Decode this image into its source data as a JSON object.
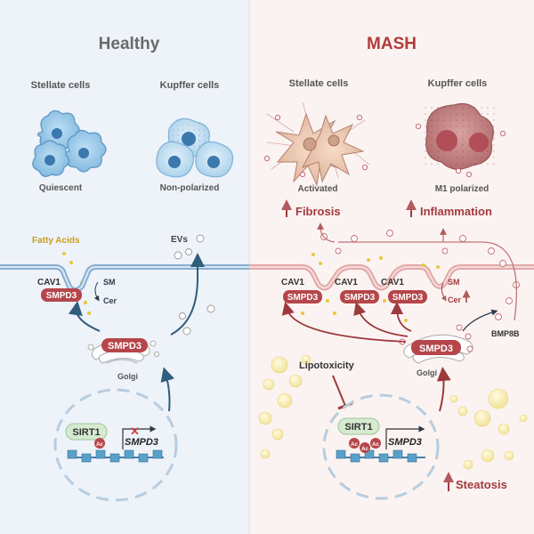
{
  "healthy": {
    "title": "Healthy",
    "stellate_label": "Stellate cells",
    "kupffer_label": "Kupffer cells",
    "stellate_state": "Quiescent",
    "kupffer_state": "Non-polarized",
    "fatty_acids": "Fatty Acids",
    "evs": "EVs",
    "cav1": "CAV1",
    "smpd3_membrane": "SMPD3",
    "sm": "SM",
    "cer": "Cer",
    "smpd3_golgi": "SMPD3",
    "golgi": "Golgi",
    "sirt1": "SIRT1",
    "ac": "Ac",
    "gene": "SMPD3"
  },
  "mash": {
    "title": "MASH",
    "stellate_label": "Stellate cells",
    "kupffer_label": "Kupffer cells",
    "stellate_state": "Activated",
    "kupffer_state": "M1 polarized",
    "fibrosis": "Fibrosis",
    "inflammation": "Inflammation",
    "cav1": [
      "CAV1",
      "CAV1",
      "CAV1"
    ],
    "smpd3_membrane": [
      "SMPD3",
      "SMPD3",
      "SMPD3"
    ],
    "sm": "SM",
    "cer": "Cer",
    "smpd3_golgi": "SMPD3",
    "golgi": "Golgi",
    "bmp8b": "BMP8B",
    "lipotoxicity": "Lipotoxicity",
    "sirt1": "SIRT1",
    "ac": [
      "Ac",
      "Ac",
      "Ac"
    ],
    "gene": "SMPD3",
    "steatosis": "Steatosis"
  },
  "colors": {
    "healthy_bg": "#eef2f9",
    "mash_bg": "#fbf3f2",
    "blue_dark": "#2f5d7c",
    "red_dark": "#a23b3b",
    "smpd3_fill": "#b5464a",
    "sirt1_fill": "#d6ead0",
    "fatty_yellow": "#e6c93a"
  }
}
